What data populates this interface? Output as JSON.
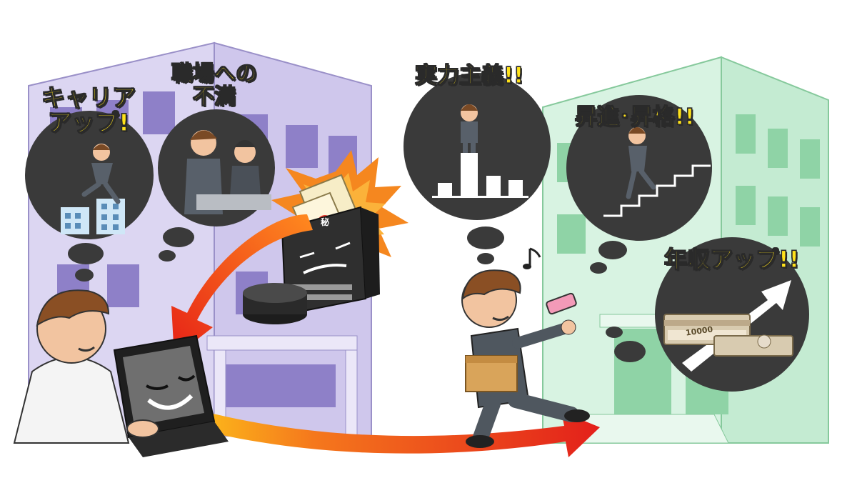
{
  "bubbles": {
    "career_up": {
      "line1": "キャリア",
      "line2": "アップ!"
    },
    "workplace_dissatisfaction": {
      "line1": "職場への",
      "line2": "不満"
    },
    "meritocracy": {
      "label": "実力主義!!"
    },
    "promotion": {
      "label": "昇進･昇格!!"
    },
    "income_up": {
      "label": "年収アップ!!"
    }
  },
  "document_stamp": "秘",
  "banknote_text": "10000",
  "colors": {
    "caption_fill": "#ffe21a",
    "caption_outline": "#2a2a2a",
    "bubble_fill": "#3a3a3a",
    "left_building": "#dcd6f2",
    "left_window": "#8e80c8",
    "right_building": "#d8f3e2",
    "right_window": "#8fd3a6",
    "arrow_orange": "#f26a1b",
    "arrow_red": "#e8291c",
    "burst_orange": "#f5871f"
  },
  "icons": [
    "laptop-icon",
    "server-icon",
    "document-icon",
    "money-icon",
    "growth-arrow-icon",
    "bar-chart-icon",
    "stairs-icon",
    "box-icon",
    "usb-icon",
    "music-note-icon"
  ]
}
